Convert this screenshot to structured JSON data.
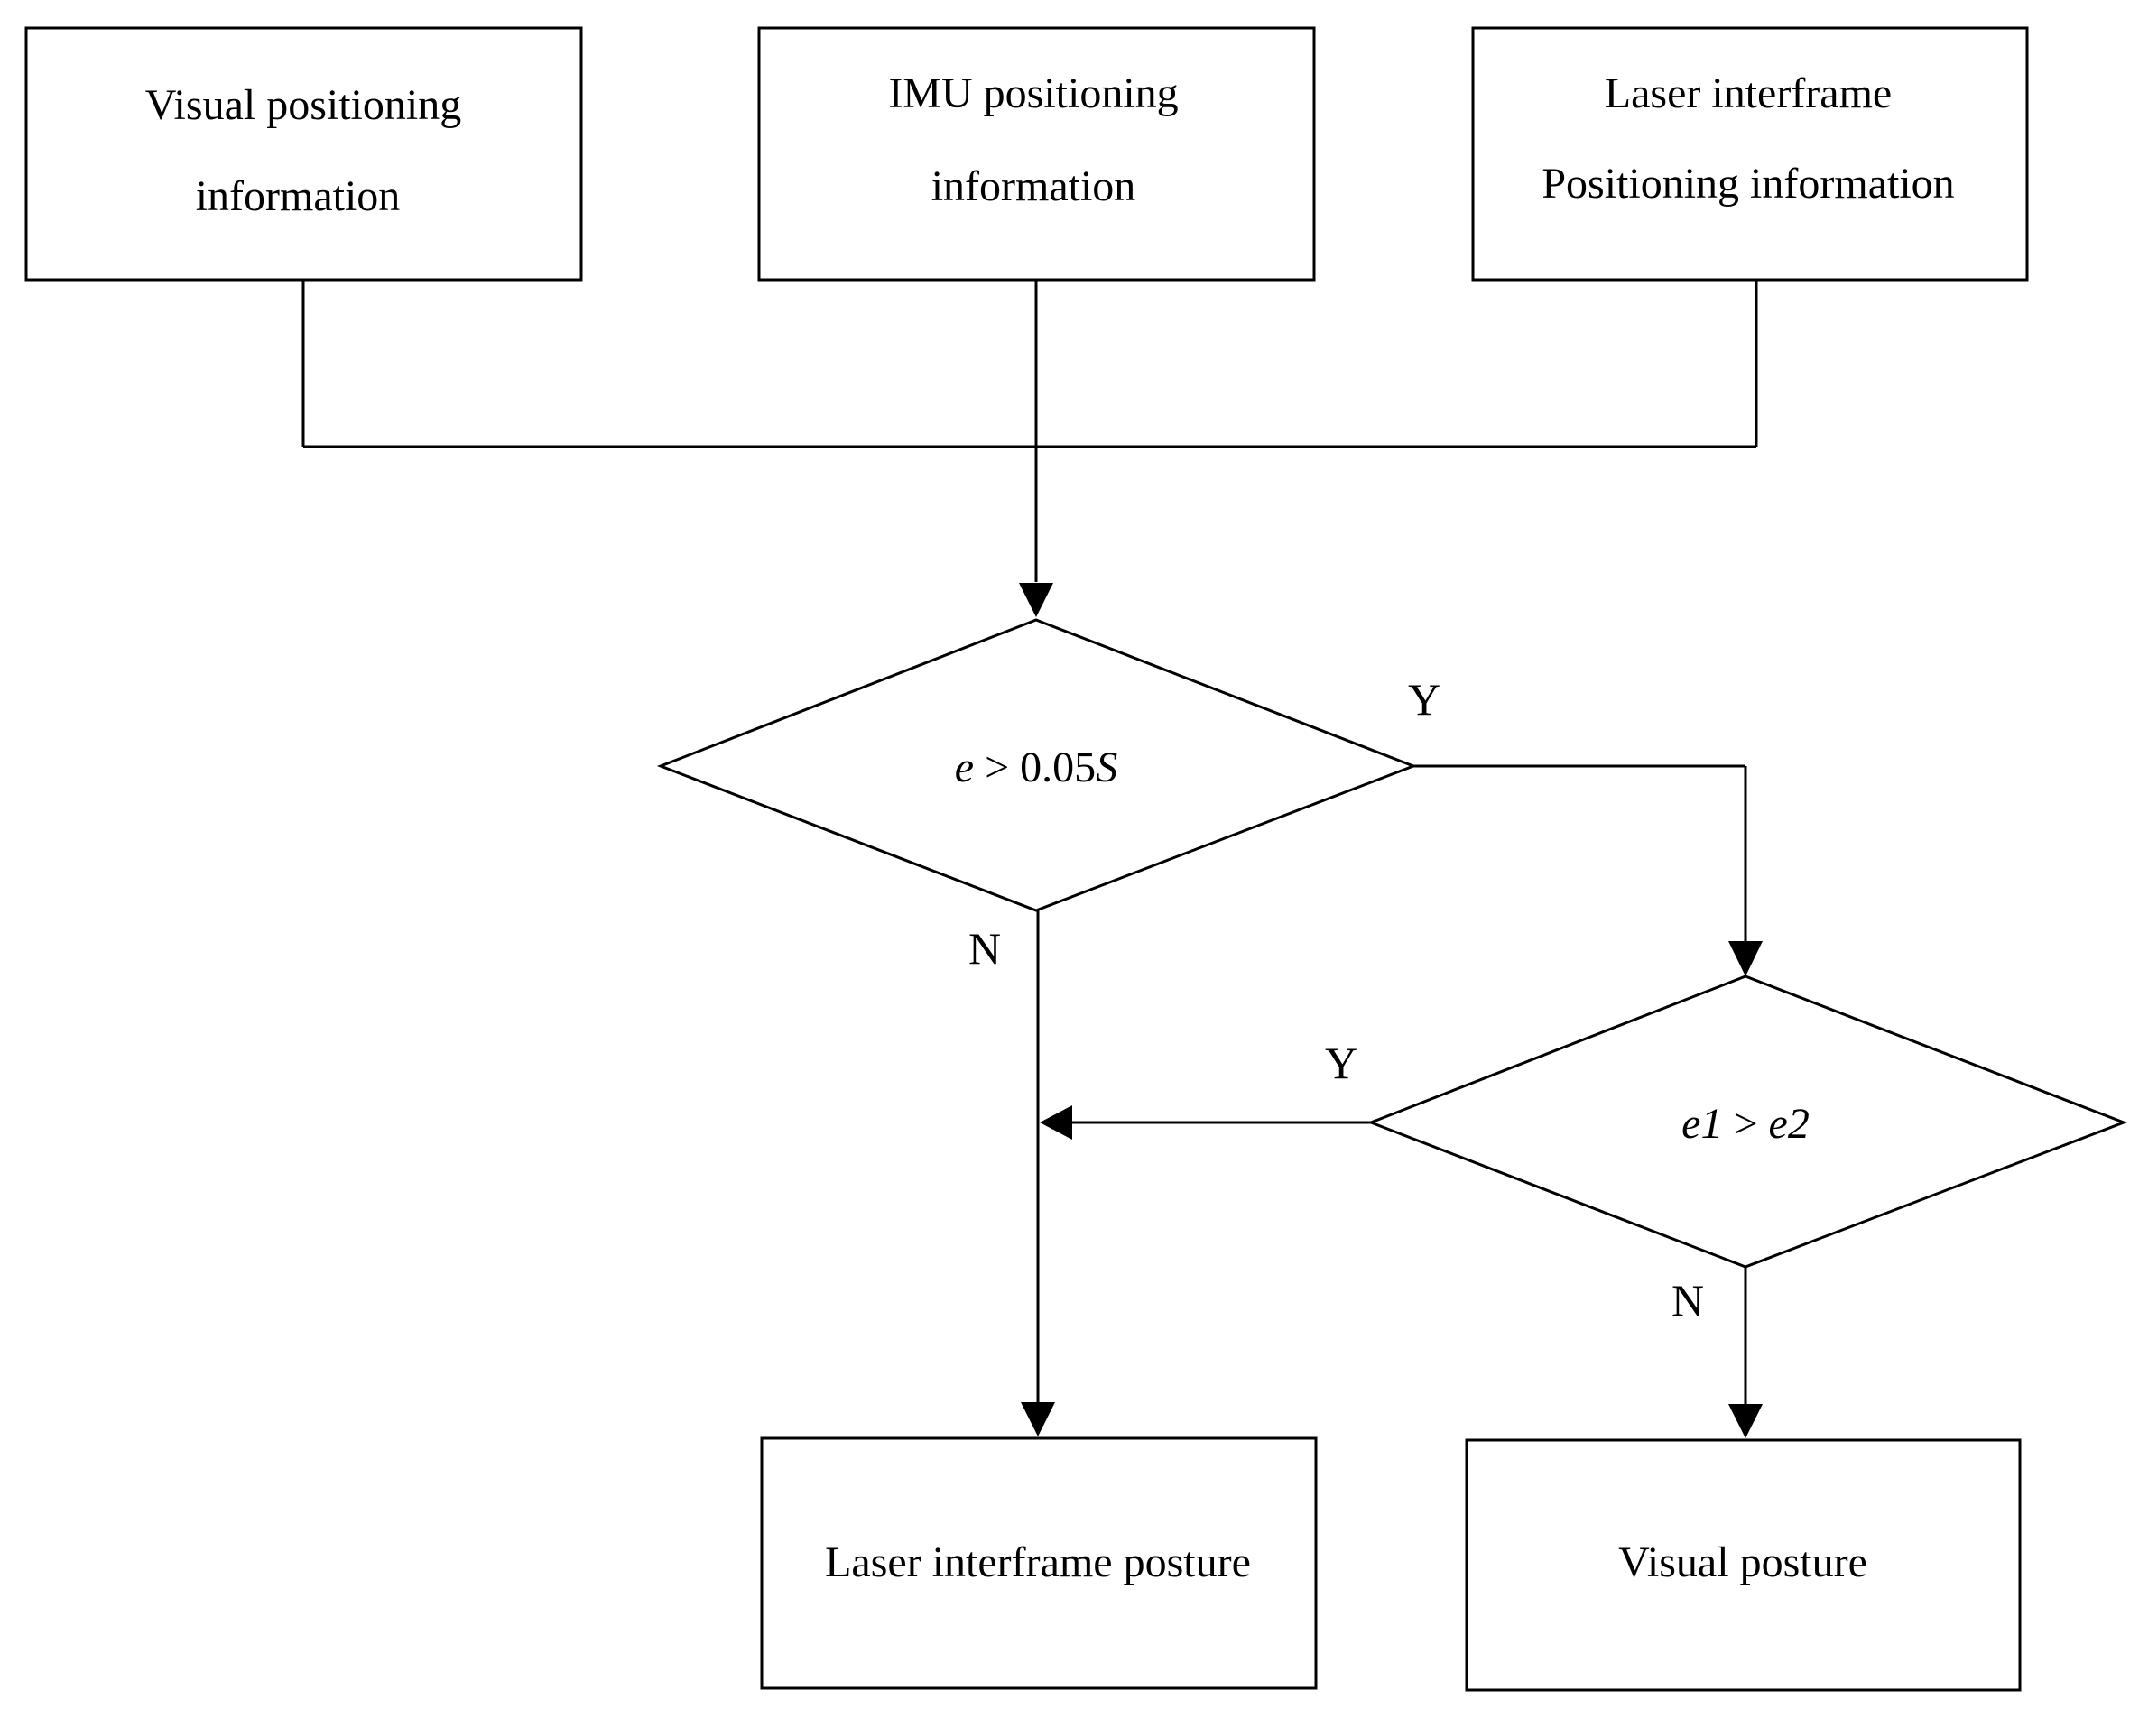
{
  "diagram": {
    "inputs": {
      "visual": {
        "line1": "Visual positioning",
        "line2": "information"
      },
      "imu": {
        "line1": "IMU positioning",
        "line2": "information"
      },
      "laser": {
        "line1": "Laser interframe",
        "line2": "Positioning information"
      }
    },
    "decision1": {
      "var": "e",
      "op": " > 0.05",
      "var2": "S"
    },
    "decision2": {
      "var": "e1",
      "op": " > ",
      "var2": "e2"
    },
    "labels": {
      "d1_yes": "Y",
      "d1_no": "N",
      "d2_yes": "Y",
      "d2_no": "N"
    },
    "outputs": {
      "laser_posture": "Laser interframe posture",
      "visual_posture": "Visual posture"
    }
  }
}
